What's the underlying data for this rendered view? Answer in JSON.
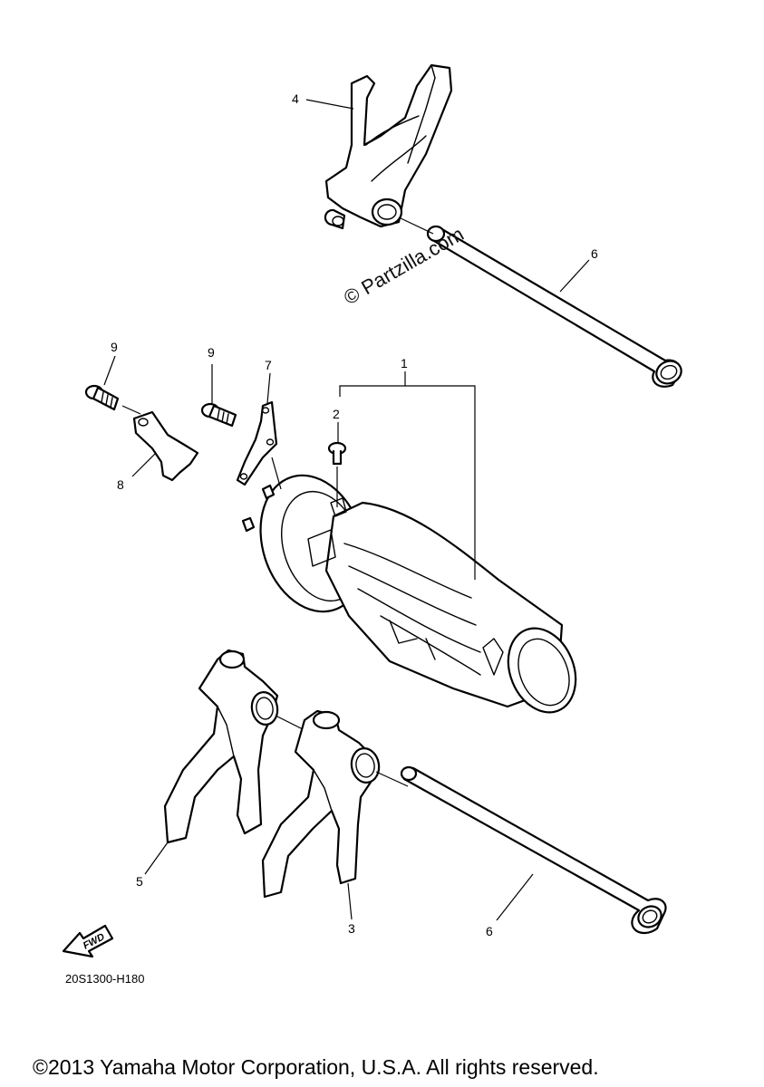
{
  "watermark": "© Partzilla.com",
  "diagram_code": "20S1300-H180",
  "fwd_label": "FWD",
  "copyright": "©2013 Yamaha Motor Corporation, U.S.A. All rights reserved.",
  "callouts": {
    "c1": "1",
    "c2": "2",
    "c3": "3",
    "c4": "4",
    "c5": "5",
    "c6_top": "6",
    "c6_bottom": "6",
    "c7": "7",
    "c8": "8",
    "c9_left": "9",
    "c9_right": "9"
  }
}
